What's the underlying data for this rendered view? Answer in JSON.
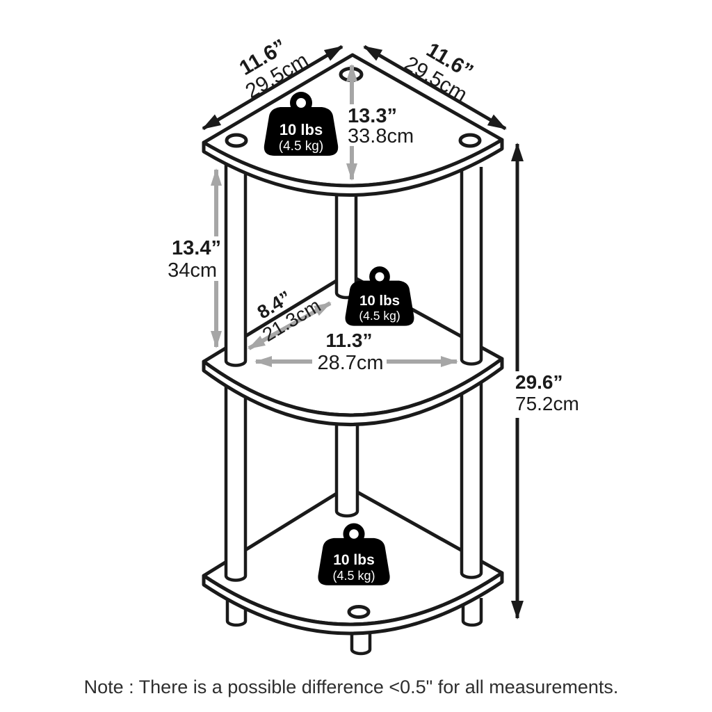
{
  "note": "Note : There is a possible difference <0.5\" for all measurements.",
  "colors": {
    "line_black": "#1a1a1a",
    "dimension_gray": "#a6a6a6",
    "background": "#ffffff",
    "weight_fill": "#000000",
    "weight_text": "#ffffff"
  },
  "dims": {
    "edge_left": {
      "in": "11.6”",
      "cm": "29.5cm"
    },
    "edge_right": {
      "in": "11.6”",
      "cm": "29.5cm"
    },
    "top_clearance": {
      "in": "13.3”",
      "cm": "33.8cm"
    },
    "mid_clearance": {
      "in": "13.4”",
      "cm": "34cm"
    },
    "shelf_depth": {
      "in": "8.4”",
      "cm": "21.3cm"
    },
    "shelf_width": {
      "in": "11.3”",
      "cm": "28.7cm"
    },
    "overall_height": {
      "in": "29.6”",
      "cm": "75.2cm"
    }
  },
  "weights": {
    "lbs": "10 lbs",
    "kg": "(4.5 kg)"
  }
}
